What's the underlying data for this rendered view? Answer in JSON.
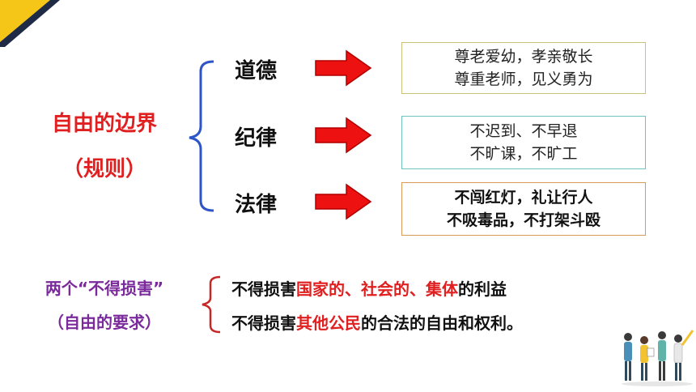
{
  "topic": {
    "title": "自由的边界",
    "subtitle": "（规则）"
  },
  "categories": [
    {
      "label": "道德",
      "lines": [
        "尊老爱幼，孝亲敬长",
        "尊重老师，见义勇为"
      ]
    },
    {
      "label": "纪律",
      "lines": [
        "不迟到、不早退",
        "不旷课，不旷工"
      ]
    },
    {
      "label": "法律",
      "lines": [
        "不闯红灯，礼让行人",
        "不吸毒品，不打架斗殴"
      ]
    }
  ],
  "requirements": {
    "title": "两个“不得损害”",
    "subtitle": "（自由的要求）",
    "line1": {
      "prefix": "不得损害",
      "highlight": "国家的、社会的、集体",
      "suffix": "的利益"
    },
    "line2": {
      "prefix": "不得损害",
      "highlight": "其他公民",
      "suffix": "的合法的自由和权利。"
    }
  },
  "colors": {
    "red": "#e02020",
    "purple": "#7b2a9c",
    "blue_brace": "#2d55c8",
    "red_brace": "#c62828",
    "corner_yellow": "#f5c518",
    "corner_navy": "#1f2a44"
  }
}
